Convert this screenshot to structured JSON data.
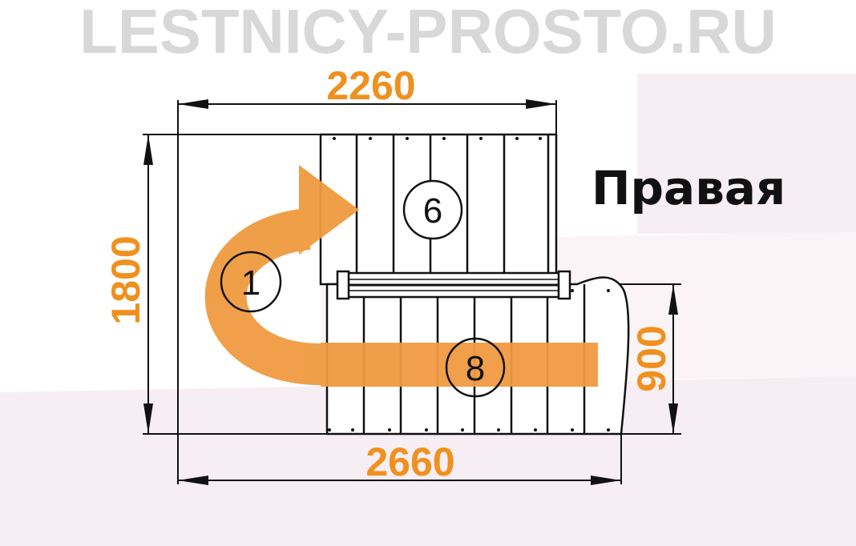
{
  "title": "Правая",
  "watermark": "LESTNICY-PROSTO.RU",
  "dimensions": {
    "top": "2260",
    "left": "1800",
    "right": "900",
    "bottom": "2660"
  },
  "flights": [
    {
      "label": "1"
    },
    {
      "label": "6"
    },
    {
      "label": "8"
    }
  ],
  "colors": {
    "accent": "#f0901e",
    "arrow": "#f09a40",
    "line": "#111111"
  }
}
